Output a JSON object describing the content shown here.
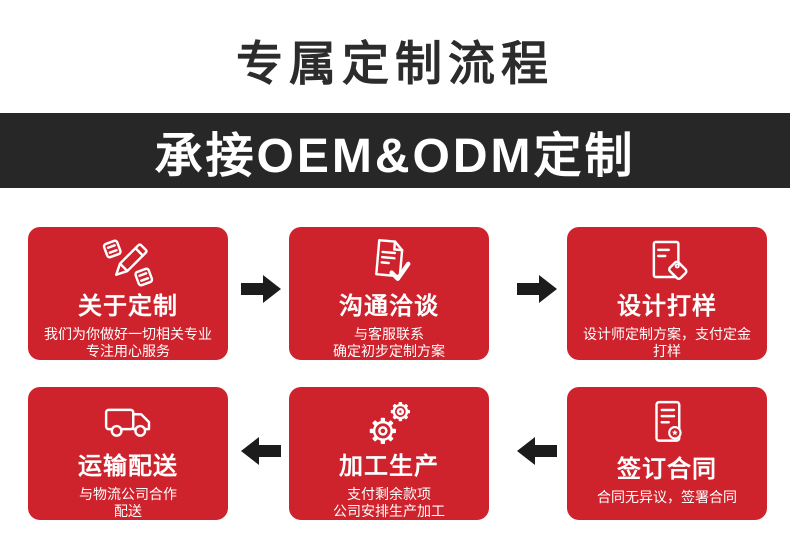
{
  "header": {
    "title": "专属定制流程"
  },
  "banner": {
    "text": "承接OEM&ODM定制",
    "background": "#272727",
    "text_color": "#ffffff"
  },
  "theme": {
    "card_red": "#ce222c",
    "arrow_black": "#1c1c1c",
    "title_ink": "#2c2c2c",
    "card_text": "#ffffff"
  },
  "steps": [
    {
      "title": "关于定制",
      "desc_lines": [
        "我们为你做好一切相关专业",
        "专注用心服务"
      ],
      "icon": "pencil-notes-icon"
    },
    {
      "title": "沟通洽谈",
      "desc_lines": [
        "与客服联系",
        "确定初步定制方案"
      ],
      "icon": "document-check-icon"
    },
    {
      "title": "设计打样",
      "desc_lines": [
        "设计师定制方案，支付定金",
        "打样"
      ],
      "icon": "document-tag-icon"
    },
    {
      "title": "签订合同",
      "desc_lines": [
        "合同无异议，签署合同"
      ],
      "icon": "contract-seal-icon"
    },
    {
      "title": "加工生产",
      "desc_lines": [
        "支付剩余款项",
        "公司安排生产加工"
      ],
      "icon": "gears-icon"
    },
    {
      "title": "运输配送",
      "desc_lines": [
        "与物流公司合作",
        "配送"
      ],
      "icon": "truck-icon"
    }
  ],
  "arrows": [
    {
      "name": "arrow-step1-to-step2",
      "direction": "right"
    },
    {
      "name": "arrow-step2-to-step3",
      "direction": "right"
    },
    {
      "name": "arrow-step4-to-step5",
      "direction": "left"
    },
    {
      "name": "arrow-step5-to-step6",
      "direction": "left"
    }
  ]
}
